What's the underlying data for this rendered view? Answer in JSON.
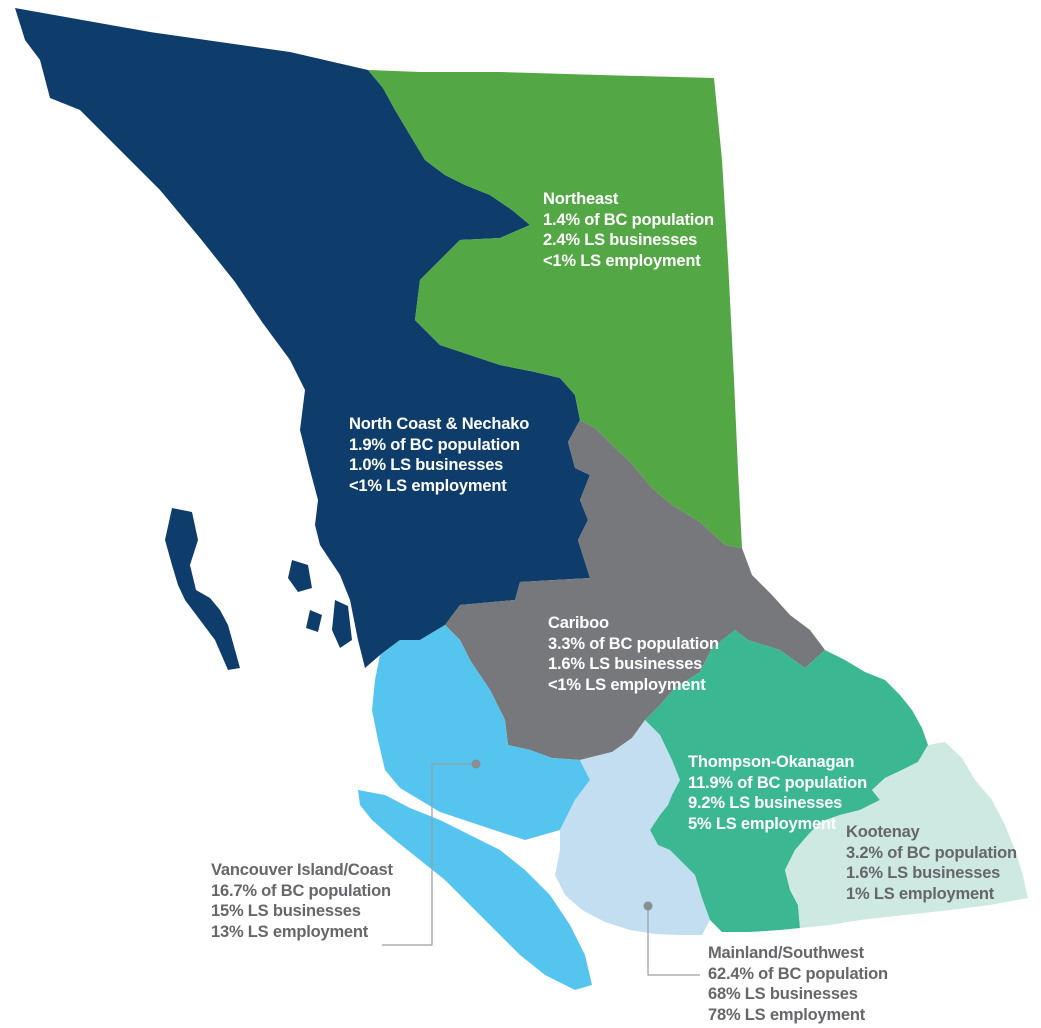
{
  "colors": {
    "north_coast_nechako": "#0f3d6b",
    "northeast": "#53a845",
    "cariboo": "#76787c",
    "vancouver_island_coast": "#55c5f0",
    "mainland_southwest": "#c3def1",
    "thompson_okanagan": "#3bb892",
    "kootenay": "#cde9e1",
    "label_light": "#ffffff",
    "label_dark": "#66666b"
  },
  "regions": {
    "northeast": {
      "name": "Northeast",
      "population": "1.4% of BC population",
      "businesses": "2.4% LS businesses",
      "employment": "<1% LS employment"
    },
    "north_coast_nechako": {
      "name": "North Coast & Nechako",
      "population": "1.9% of BC population",
      "businesses": "1.0% LS businesses",
      "employment": "<1% LS employment"
    },
    "cariboo": {
      "name": "Cariboo",
      "population": "3.3% of BC population",
      "businesses": "1.6% LS businesses",
      "employment": "<1% LS employment"
    },
    "thompson_okanagan": {
      "name": "Thompson-Okanagan",
      "population": "11.9% of BC population",
      "businesses": "9.2% LS businesses",
      "employment": "5% LS employment"
    },
    "kootenay": {
      "name": "Kootenay",
      "population": "3.2% of BC population",
      "businesses": "1.6% LS businesses",
      "employment": "1% LS employment"
    },
    "vancouver_island_coast": {
      "name": "Vancouver Island/Coast",
      "population": "16.7% of BC population",
      "businesses": "15% LS businesses",
      "employment": "13% LS employment"
    },
    "mainland_southwest": {
      "name": "Mainland/Southwest",
      "population": "62.4% of BC population",
      "businesses": "68% LS businesses",
      "employment": "78% LS employment"
    }
  }
}
